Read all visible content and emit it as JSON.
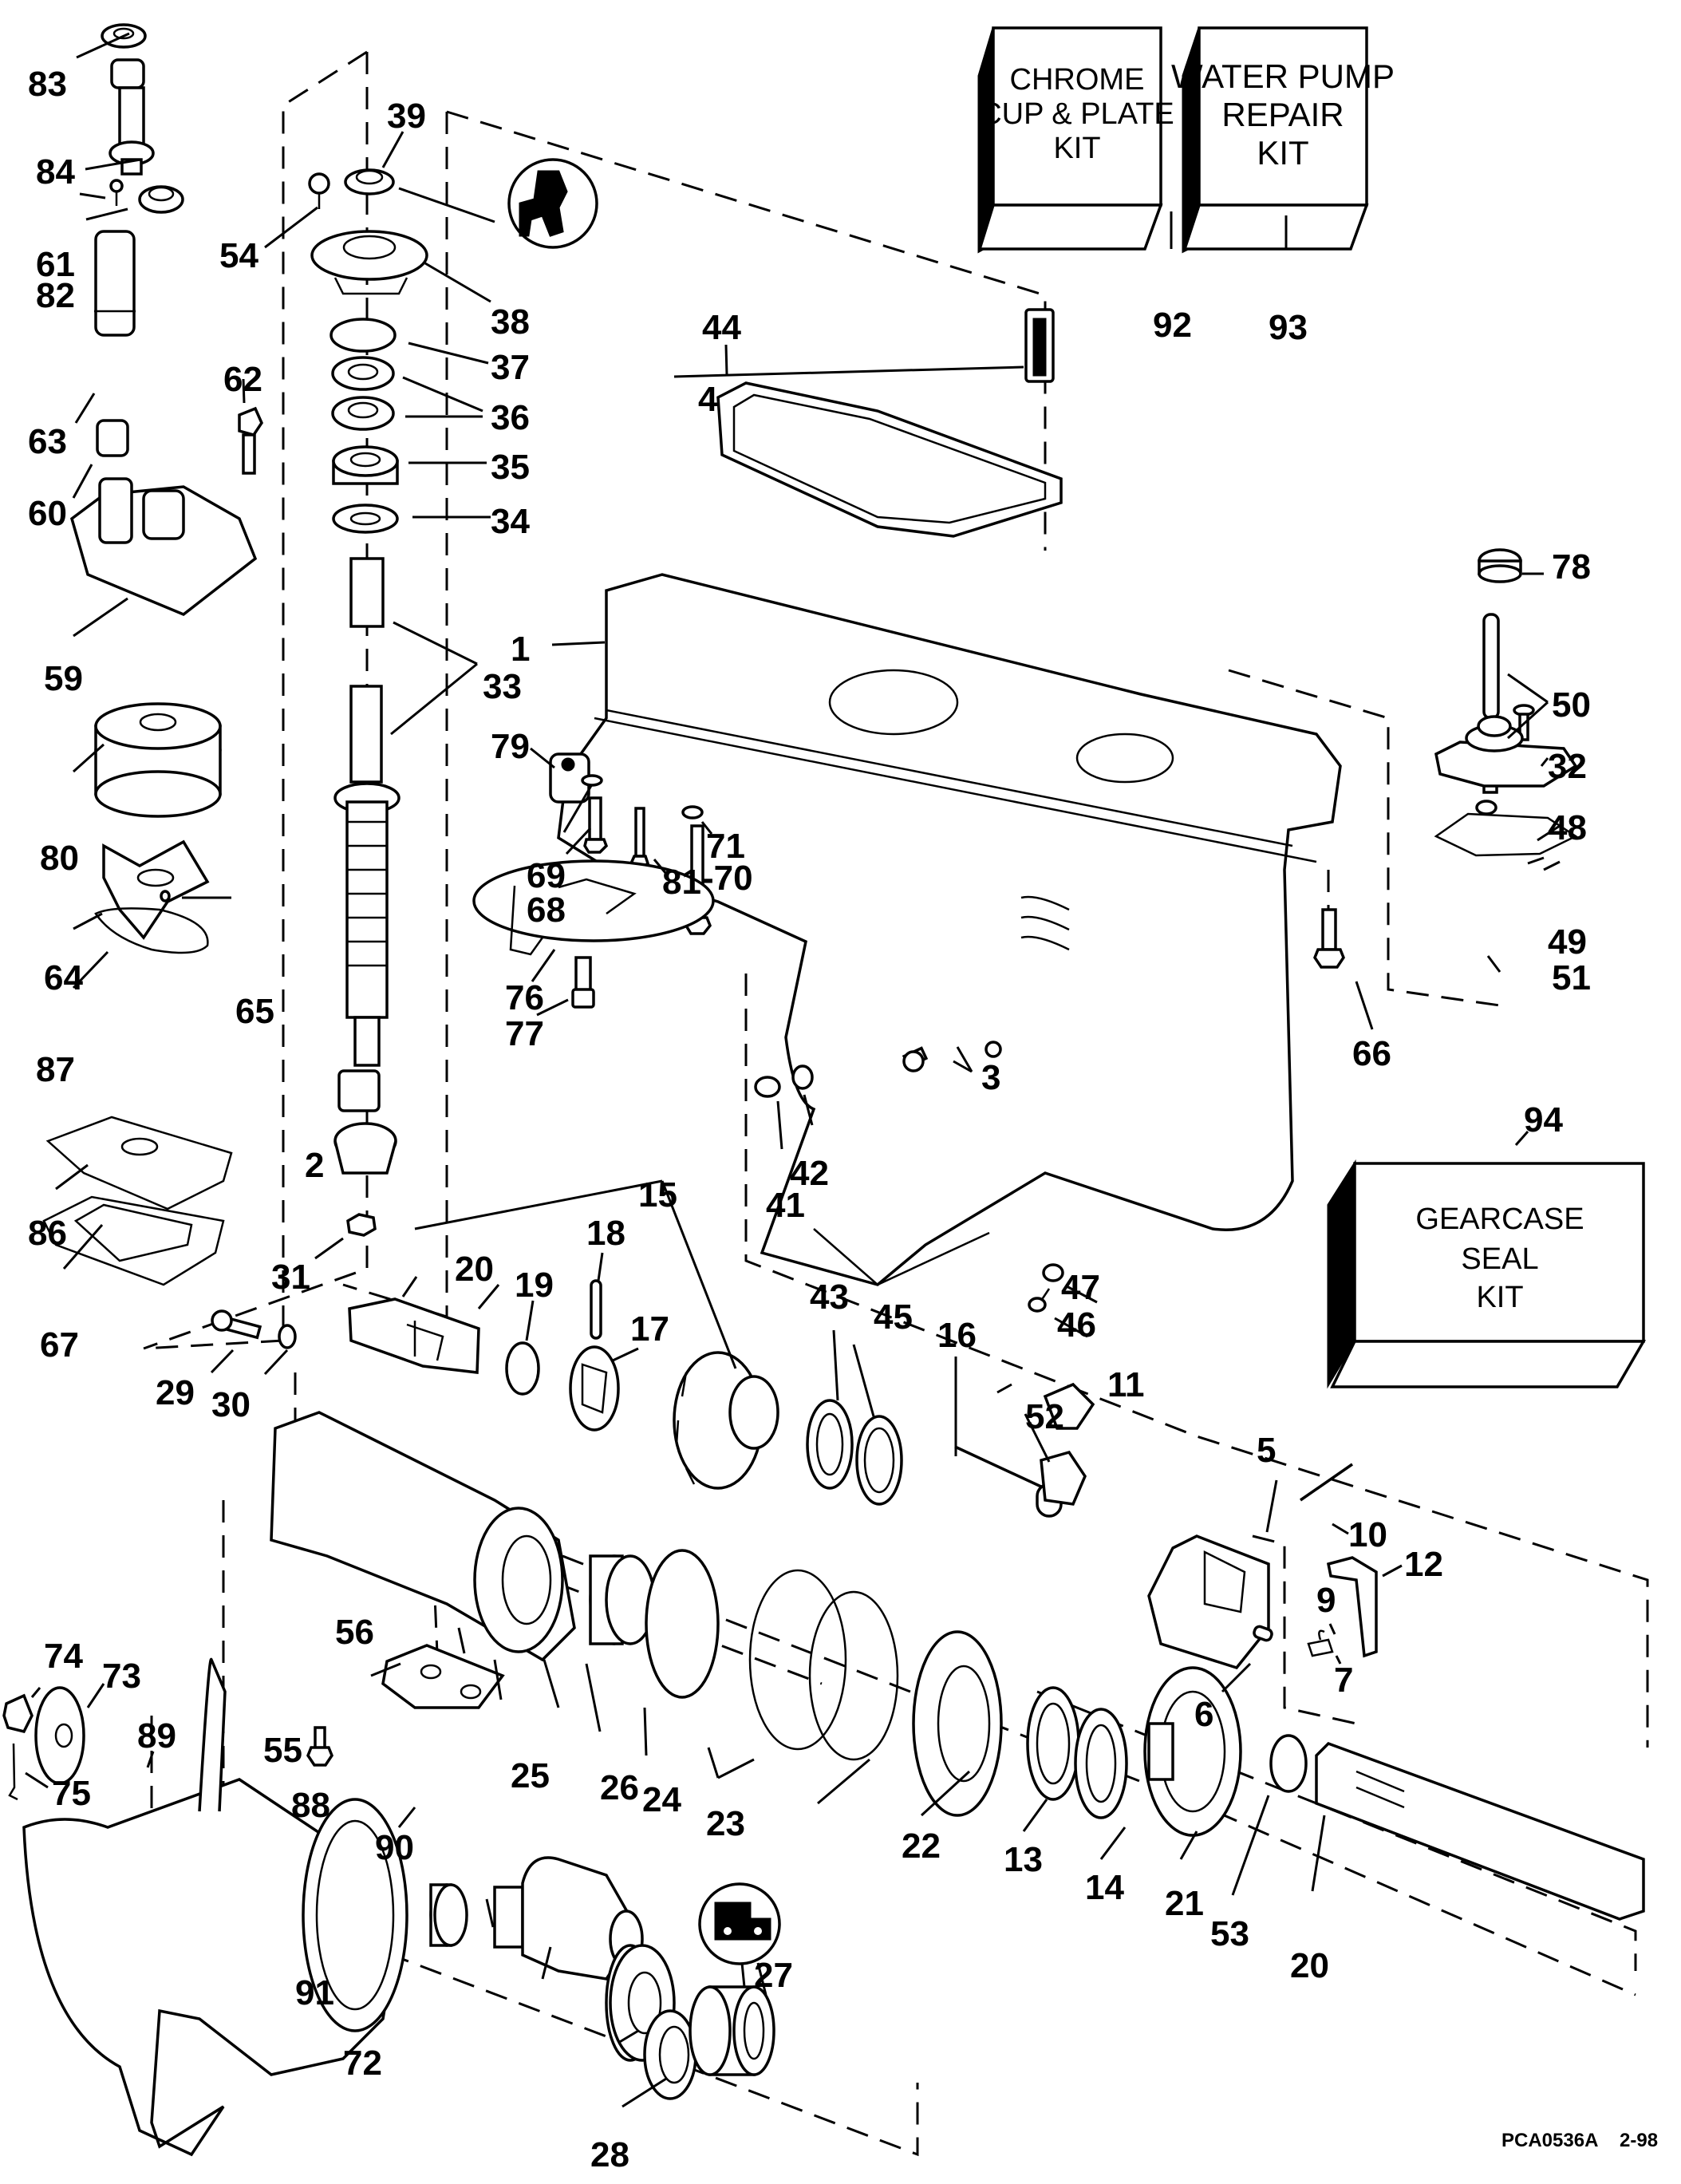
{
  "diagram": {
    "title": "Gearcase exploded parts view",
    "footer": {
      "drawing_id": "PCA0536A",
      "date": "2-98"
    },
    "kits": [
      {
        "id": "92",
        "lines": [
          "CHROME",
          "CUP & PLATE",
          "KIT"
        ]
      },
      {
        "id": "93",
        "lines": [
          "WATER PUMP",
          "REPAIR",
          "KIT"
        ]
      },
      {
        "id": "94",
        "lines": [
          "GEARCASE",
          "SEAL",
          "KIT"
        ]
      }
    ],
    "callouts": {
      "c1": "1",
      "c2": "2",
      "c3": "3",
      "c4": "4",
      "c5": "5",
      "c6": "6",
      "c7": "7",
      "c9": "9",
      "c10": "10",
      "c11": "11",
      "c12": "12",
      "c13": "13",
      "c14": "14",
      "c15": "15",
      "c16": "16",
      "c17": "17",
      "c18": "18",
      "c19": "19",
      "c20a": "20",
      "c20b": "20",
      "c21": "21",
      "c22": "22",
      "c23": "23",
      "c24": "24",
      "c25": "25",
      "c26": "26",
      "c27": "27",
      "c28": "28",
      "c29": "29",
      "c30": "30",
      "c31": "31",
      "c32": "32",
      "c33": "33",
      "c34": "34",
      "c35": "35",
      "c36": "36",
      "c37": "37",
      "c38": "38",
      "c39": "39",
      "c41": "41",
      "c42": "42",
      "c43": "43",
      "c44": "44",
      "c45": "45",
      "c46": "46",
      "c47": "47",
      "c48": "48",
      "c49": "49",
      "c50": "50",
      "c51": "51",
      "c52": "52",
      "c53": "53",
      "c54": "54",
      "c55": "55",
      "c56": "56",
      "c59": "59",
      "c60": "60",
      "c61": "61",
      "c62": "62",
      "c63": "63",
      "c64": "64",
      "c65": "65",
      "c66": "66",
      "c67": "67",
      "c68": "68",
      "c69": "69",
      "c70": "-70",
      "c71": "71",
      "c72": "72",
      "c73": "73",
      "c74": "74",
      "c75": "75",
      "c76": "76",
      "c77": "77",
      "c78": "78",
      "c79": "79",
      "c80": "80",
      "c81": "81",
      "c82": "82",
      "c83": "83",
      "c84": "84",
      "c86": "86",
      "c87": "87",
      "c88": "88",
      "c89": "89",
      "c90": "90",
      "c91": "91",
      "c92": "92",
      "c93": "93",
      "c94": "94"
    },
    "sealant_symbols": [
      "sealant-icon-top",
      "sealant-icon-bottom"
    ]
  }
}
